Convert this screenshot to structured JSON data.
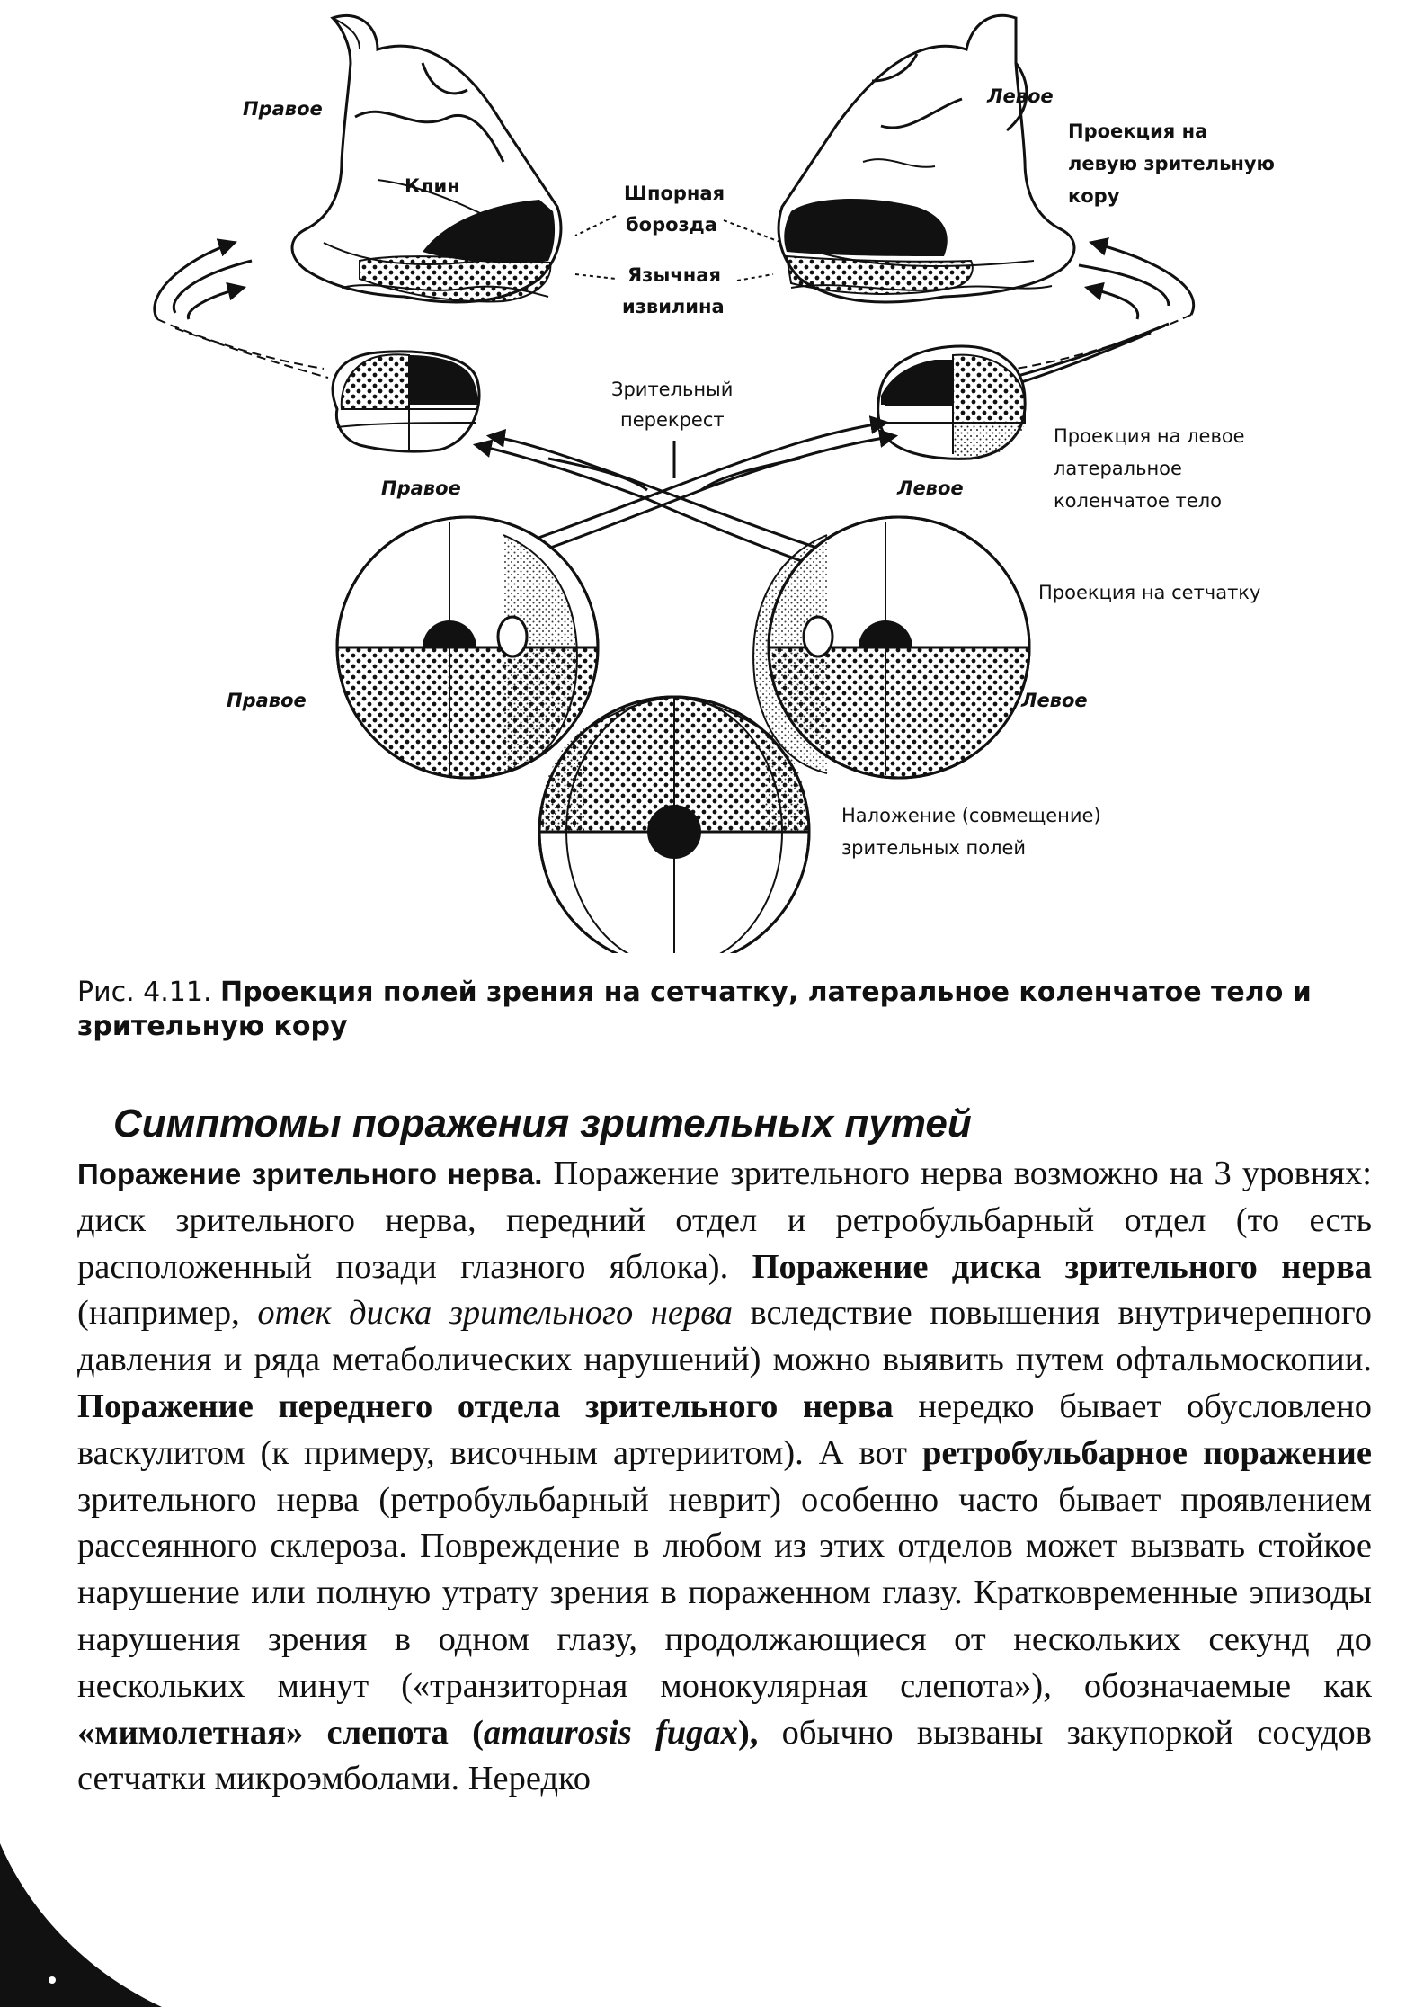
{
  "figure": {
    "labels": {
      "right_cortex_side": "Правое",
      "left_cortex_side": "Левое",
      "cuneus": "Клин",
      "calcarine_line1": "Шпорная",
      "calcarine_line2": "борозда",
      "lingual_line1": "Язычная",
      "lingual_line2": "извилина",
      "cortex_projection_line1": "Проекция на",
      "cortex_projection_line2": "левую зрительную",
      "cortex_projection_line3": "кору",
      "chiasm_line1": "Зрительный",
      "chiasm_line2": "перекрест",
      "right_lgn_side": "Правое",
      "left_lgn_side": "Левое",
      "lgn_projection_line1": "Проекция на левое",
      "lgn_projection_line2": "латеральное",
      "lgn_projection_line3": "коленчатое тело",
      "retina_projection": "Проекция на сетчатку",
      "right_eye_side": "Правое",
      "left_eye_side": "Левое",
      "overlap_line1": "Наложение (совмещение)",
      "overlap_line2": "зрительных полей"
    }
  },
  "caption": {
    "number": "Рис. 4.11.",
    "text": "Проекция полей зрения на сетчатку, латеральное коленчатое тело и зрительную кору"
  },
  "section": {
    "heading": "Симптомы поражения зрительных путей"
  },
  "body": {
    "s01": "Поражение зрительного нерва.",
    "s02": " Поражение зрительного нерва возможно на 3 уровнях: диск зрительного нерва, передний отдел и ретробульбарный отдел (то есть расположенный позади глазного яблока). ",
    "s03": "Поражение диска зрительного нерва",
    "s04": " (например, ",
    "s05": "отек диска зрительного нерва",
    "s06": " вследствие повышения внутричерепного давления и ряда метаболических нарушений) можно выявить путем офтальмоскопии. ",
    "s07": "Поражение переднего отдела зрительного нерва",
    "s08": " нередко бывает обусловлено васкулитом (к примеру, височным артериитом). А вот ",
    "s09": "ретробульбарное поражение",
    "s10": " зрительного нерва (ретробульбарный неврит) особенно часто бывает проявлением рассеянного склероза. Повреждение в любом из этих отделов может вызвать стойкое нарушение или полную утрату зрения в пораженном глазу. Кратковременные эпизоды нарушения зрения в одном глазу, продолжающиеся от нескольких секунд до нескольких минут («транзиторная монокулярная слепота»), обозначаемые как ",
    "s11": "«мимолетная» слепота (",
    "s12": "amaurosis fugax",
    "s13": "),",
    "s14": " обычно вызваны закупоркой сосудов сетчатки микроэмболами. Нередко"
  }
}
